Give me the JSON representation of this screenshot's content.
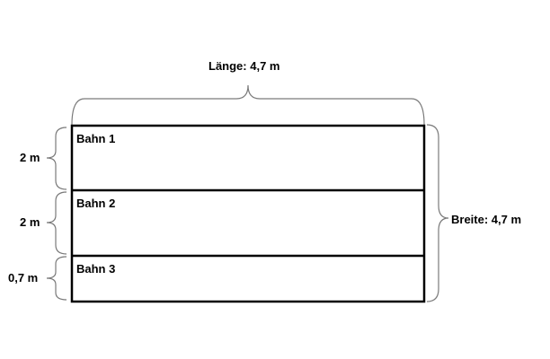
{
  "length_label": "Länge: 4,7 m",
  "width_label": "Breite: 4,7 m",
  "lanes": [
    {
      "label": "Bahn 1",
      "size_label": "2 m"
    },
    {
      "label": "Bahn 2",
      "size_label": "2 m"
    },
    {
      "label": "Bahn 3",
      "size_label": "0,7 m"
    }
  ],
  "colors": {
    "outline": "#000000",
    "brace": "#7a7a7a"
  }
}
